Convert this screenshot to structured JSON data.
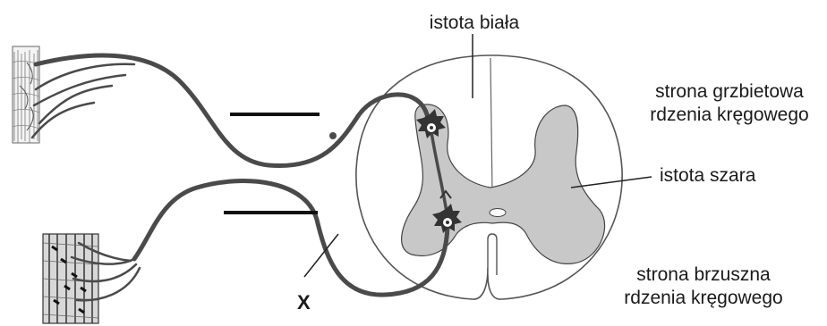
{
  "labels": {
    "white_matter": "istota biała",
    "dorsal_line1": "strona grzbietowa",
    "dorsal_line2": "rdzenia kręgowego",
    "grey_matter": "istota szara",
    "ventral_line1": "strona brzuszna",
    "ventral_line2": "rdzenia kręgowego",
    "x_marker": "X"
  },
  "colors": {
    "nerve": "#4a4a4a",
    "grey_matter_fill": "#c8c8c8",
    "outline": "#555555",
    "text": "#1a1a1a"
  }
}
